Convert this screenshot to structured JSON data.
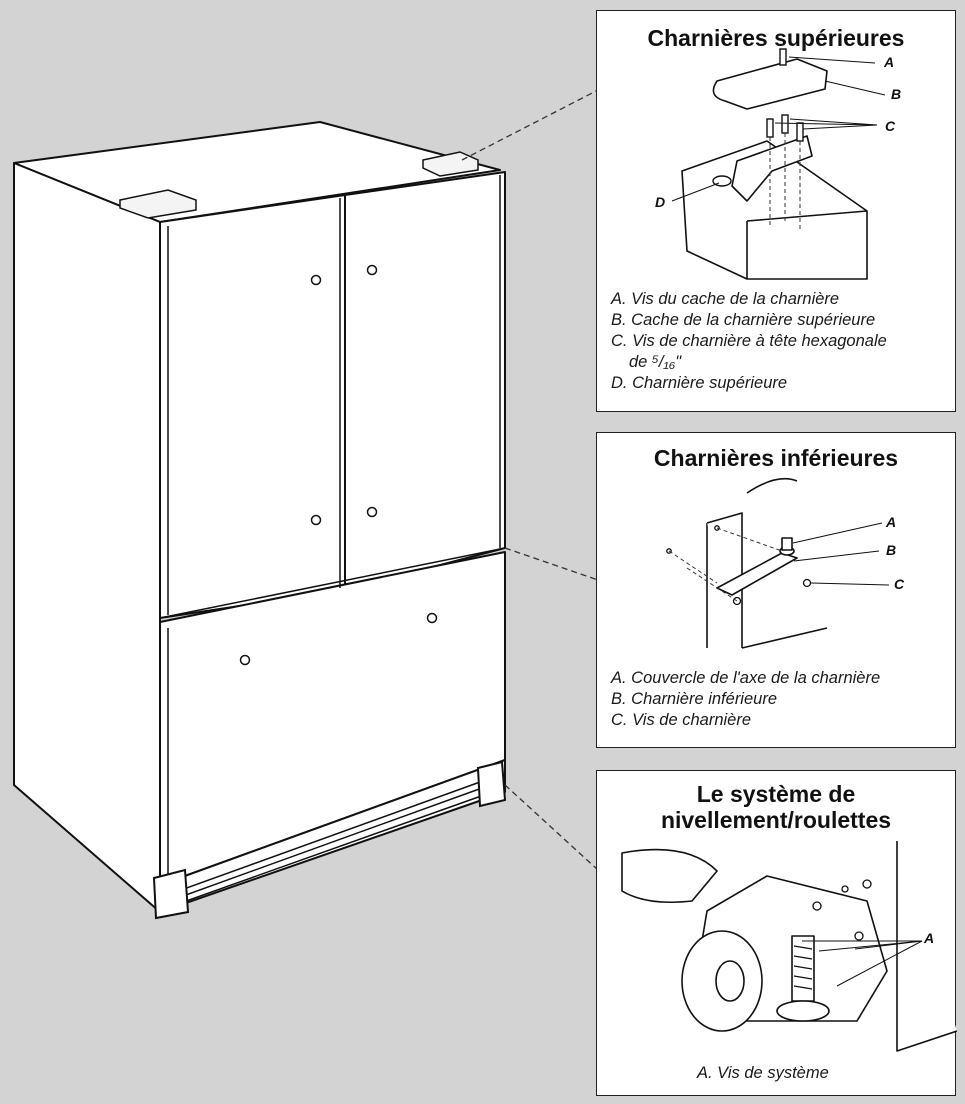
{
  "colors": {
    "background": "#d3d3d3",
    "panel_bg": "#ffffff",
    "line": "#111111"
  },
  "top_hinges": {
    "title": "Charnières supérieures",
    "callouts": [
      "A",
      "B",
      "C",
      "D"
    ],
    "legend": [
      "A. Vis du cache de la charnière",
      "B. Cache de la charnière supérieure",
      "C. Vis de charnière à tête hexagonale",
      "de ⁵/₁₆\"",
      "D. Charnière supérieure"
    ]
  },
  "bottom_hinges": {
    "title": "Charnières inférieures",
    "callouts": [
      "A",
      "B",
      "C"
    ],
    "legend": [
      "A. Couvercle de l'axe de la charnière",
      "B. Charnière inférieure",
      "C. Vis de charnière"
    ]
  },
  "leveling": {
    "title_line1": "Le système de",
    "title_line2": "nivellement/roulettes",
    "callouts": [
      "A"
    ],
    "legend": [
      "A. Vis de système"
    ]
  }
}
